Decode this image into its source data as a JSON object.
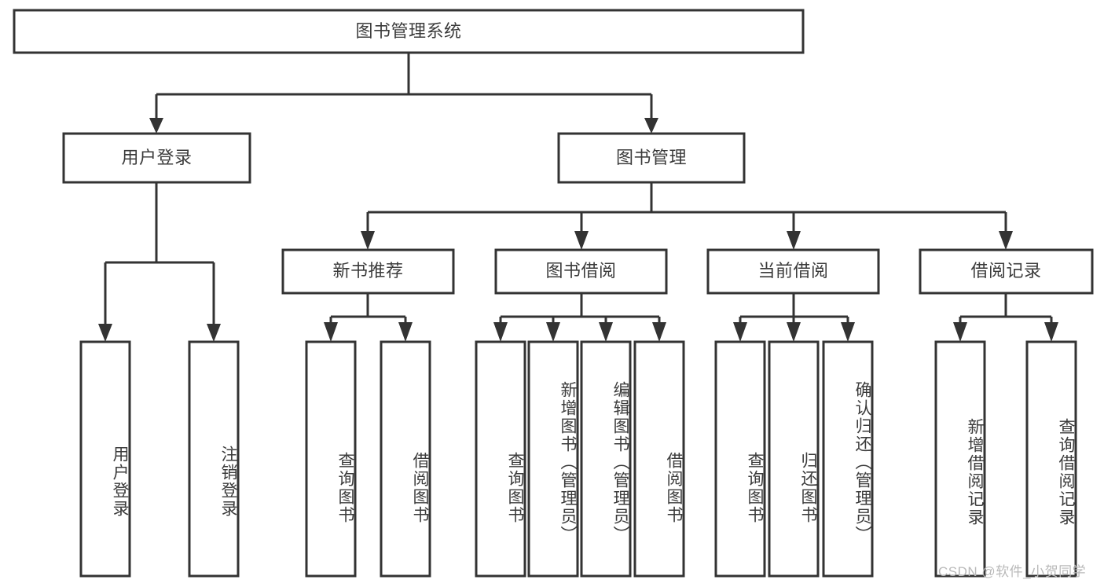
{
  "diagram": {
    "type": "tree-hierarchy",
    "title": "图书管理系统",
    "watermark": "CSDN @软件_小贺同学",
    "colors": {
      "stroke": "#333333",
      "box_fill": "#ffffff",
      "text": "#3b3b3b",
      "watermark": "#b9b9b9",
      "background": "#ffffff"
    },
    "levels": [
      {
        "level": 1,
        "nodes": [
          {
            "id": "root",
            "label": "图书管理系统",
            "orientation": "horizontal"
          }
        ]
      },
      {
        "level": 2,
        "nodes": [
          {
            "id": "user-login",
            "label": "用户登录",
            "orientation": "horizontal"
          },
          {
            "id": "book-manage",
            "label": "图书管理",
            "orientation": "horizontal"
          }
        ]
      },
      {
        "level": 3,
        "nodes": [
          {
            "id": "new-book-rec",
            "label": "新书推荐",
            "orientation": "horizontal"
          },
          {
            "id": "book-borrow",
            "label": "图书借阅",
            "orientation": "horizontal"
          },
          {
            "id": "current-borrow",
            "label": "当前借阅",
            "orientation": "horizontal"
          },
          {
            "id": "borrow-record",
            "label": "借阅记录",
            "orientation": "horizontal"
          }
        ]
      },
      {
        "level": 4,
        "nodes": [
          {
            "id": "leaf-user-login",
            "label": "用户登录",
            "orientation": "vertical",
            "parent": "user-login"
          },
          {
            "id": "leaf-logout",
            "label": "注销登录",
            "orientation": "vertical",
            "parent": "user-login"
          },
          {
            "id": "leaf-query-book-1",
            "label": "查询图书",
            "orientation": "vertical",
            "parent": "new-book-rec"
          },
          {
            "id": "leaf-borrow-book-1",
            "label": "借阅图书",
            "orientation": "vertical",
            "parent": "new-book-rec"
          },
          {
            "id": "leaf-query-book-2",
            "label": "查询图书",
            "orientation": "vertical",
            "parent": "book-borrow"
          },
          {
            "id": "leaf-add-book",
            "label": "新增图书（管理员）",
            "orientation": "vertical",
            "parent": "book-borrow"
          },
          {
            "id": "leaf-edit-book",
            "label": "编辑图书（管理员）",
            "orientation": "vertical",
            "parent": "book-borrow"
          },
          {
            "id": "leaf-borrow-book-2",
            "label": "借阅图书",
            "orientation": "vertical",
            "parent": "book-borrow"
          },
          {
            "id": "leaf-query-book-3",
            "label": "查询图书",
            "orientation": "vertical",
            "parent": "current-borrow"
          },
          {
            "id": "leaf-return-book",
            "label": "归还图书",
            "orientation": "vertical",
            "parent": "current-borrow"
          },
          {
            "id": "leaf-confirm-return",
            "label": "确认归还（管理员）",
            "orientation": "vertical",
            "parent": "current-borrow"
          },
          {
            "id": "leaf-add-record",
            "label": "新增借阅记录",
            "orientation": "vertical",
            "parent": "borrow-record"
          },
          {
            "id": "leaf-query-record",
            "label": "查询借阅记录",
            "orientation": "vertical",
            "parent": "borrow-record"
          }
        ]
      }
    ]
  }
}
